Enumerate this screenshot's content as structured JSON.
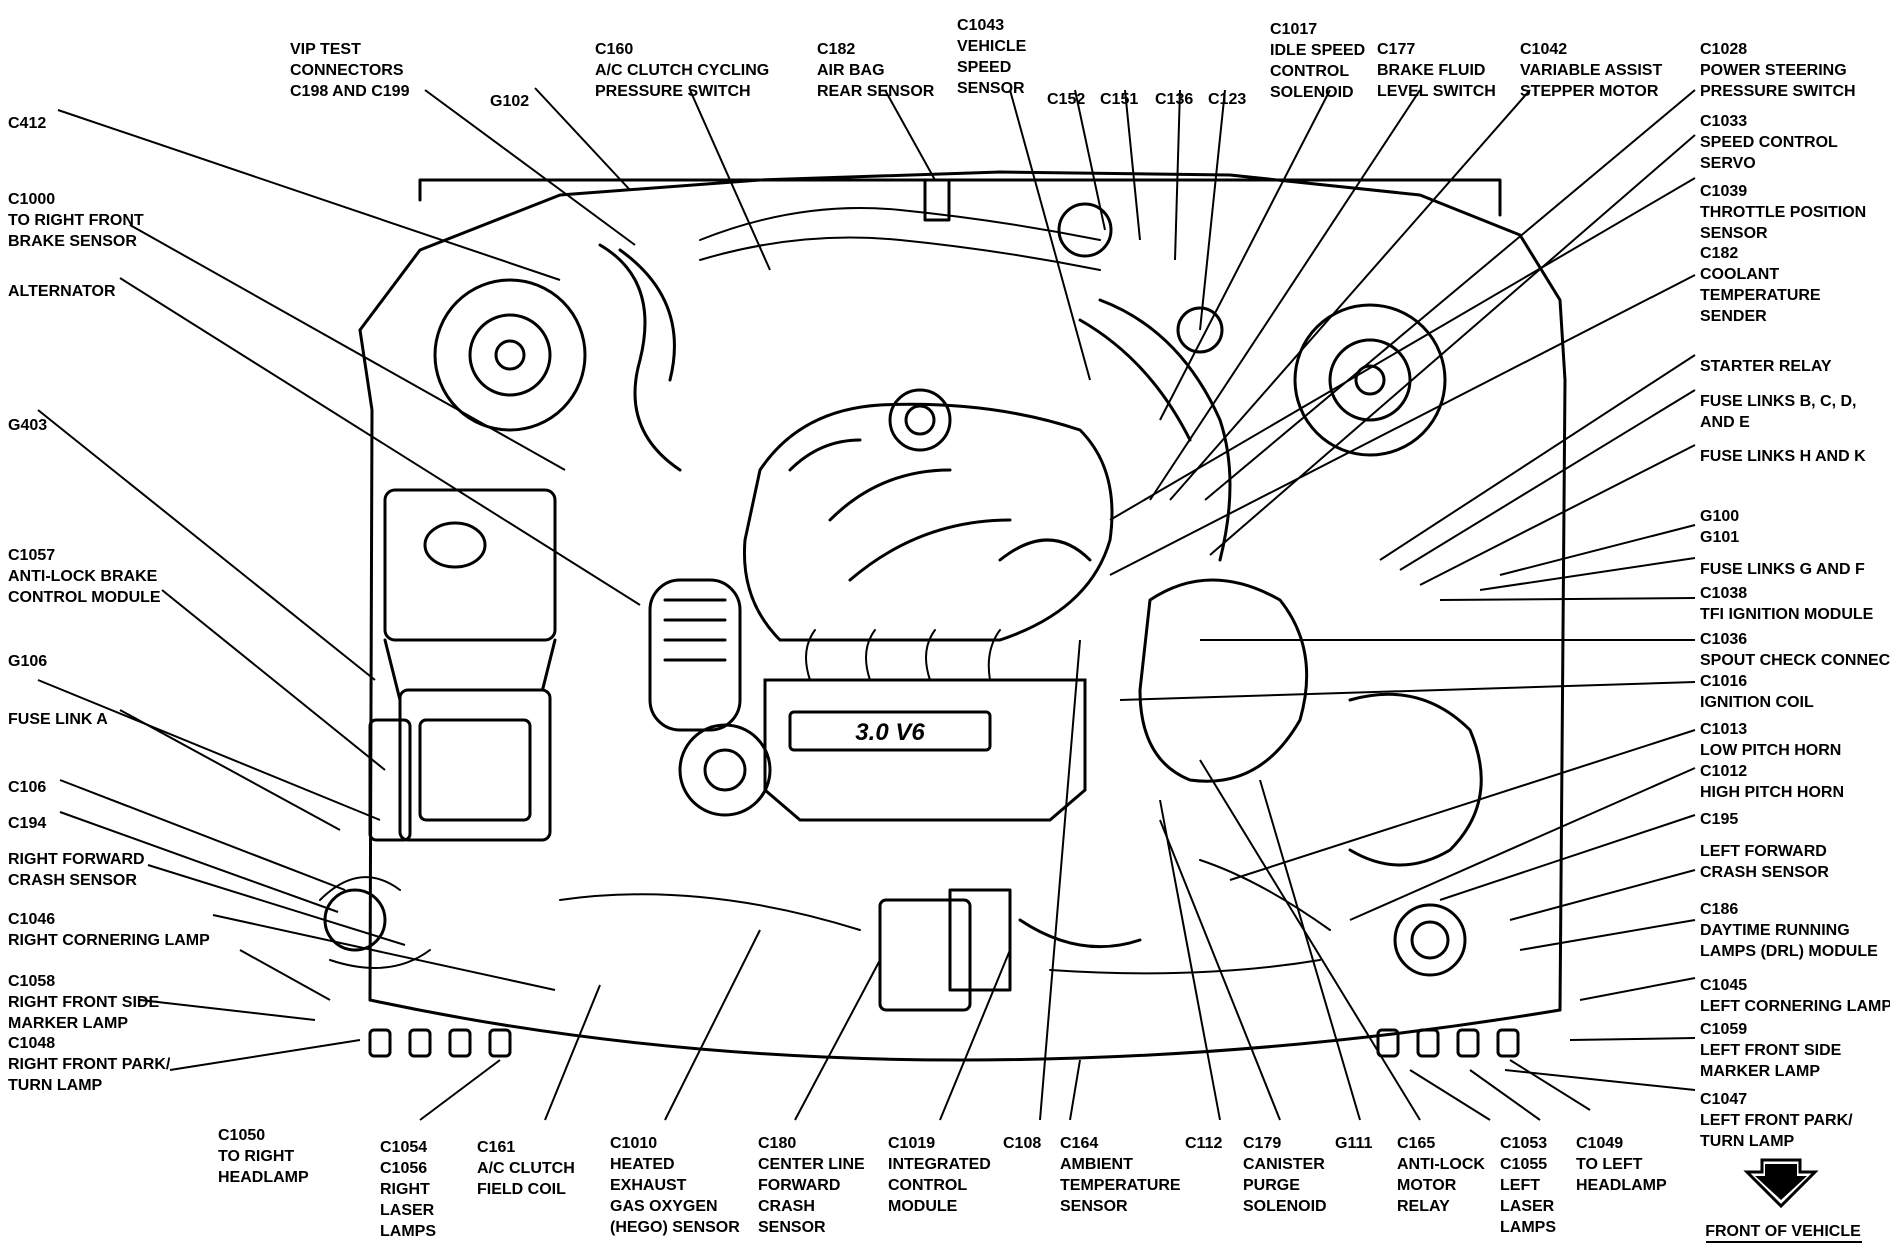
{
  "labels": [
    {
      "id": "vip",
      "lines": [
        "VIP TEST",
        "CONNECTORS",
        "C198 AND C199"
      ]
    },
    {
      "id": "g102",
      "lines": [
        "G102"
      ]
    },
    {
      "id": "c160",
      "lines": [
        "C160",
        "A/C CLUTCH CYCLING",
        "PRESSURE SWITCH"
      ]
    },
    {
      "id": "c182a",
      "lines": [
        "C182",
        "AIR BAG",
        "REAR SENSOR"
      ]
    },
    {
      "id": "c1043",
      "lines": [
        "C1043",
        "VEHICLE",
        "SPEED",
        "SENSOR"
      ]
    },
    {
      "id": "c152",
      "lines": [
        "C152"
      ]
    },
    {
      "id": "c151",
      "lines": [
        "C151"
      ]
    },
    {
      "id": "c136",
      "lines": [
        "C136"
      ]
    },
    {
      "id": "c123",
      "lines": [
        "C123"
      ]
    },
    {
      "id": "c1017",
      "lines": [
        "C1017",
        "IDLE SPEED",
        "CONTROL",
        "SOLENOID"
      ]
    },
    {
      "id": "c177",
      "lines": [
        "C177",
        "BRAKE FLUID",
        "LEVEL SWITCH"
      ]
    },
    {
      "id": "c1042",
      "lines": [
        "C1042",
        "VARIABLE ASSIST",
        "STEPPER MOTOR"
      ]
    },
    {
      "id": "c1028",
      "lines": [
        "C1028",
        "POWER STEERING",
        "PRESSURE SWITCH"
      ]
    },
    {
      "id": "c1033",
      "lines": [
        "C1033",
        "SPEED CONTROL",
        "SERVO"
      ]
    },
    {
      "id": "c1039",
      "lines": [
        "C1039",
        "THROTTLE POSITION",
        "SENSOR"
      ]
    },
    {
      "id": "c182b",
      "lines": [
        "C182",
        "COOLANT",
        "TEMPERATURE",
        "SENDER"
      ]
    },
    {
      "id": "starter",
      "lines": [
        "STARTER RELAY"
      ]
    },
    {
      "id": "fbcd",
      "lines": [
        "FUSE LINKS B, C, D,",
        "AND E"
      ]
    },
    {
      "id": "fhk",
      "lines": [
        "FUSE LINKS H AND K"
      ]
    },
    {
      "id": "g100",
      "lines": [
        "G100",
        "G101"
      ]
    },
    {
      "id": "fgf",
      "lines": [
        "FUSE LINKS G AND F"
      ]
    },
    {
      "id": "c1038",
      "lines": [
        "C1038",
        "TFI IGNITION MODULE"
      ]
    },
    {
      "id": "c1036",
      "lines": [
        "C1036",
        "SPOUT CHECK CONNECTOR"
      ]
    },
    {
      "id": "c1016",
      "lines": [
        "C1016",
        "IGNITION COIL"
      ]
    },
    {
      "id": "c1013",
      "lines": [
        "C1013",
        "LOW PITCH HORN"
      ]
    },
    {
      "id": "c1012",
      "lines": [
        "C1012",
        "HIGH PITCH HORN"
      ]
    },
    {
      "id": "c195",
      "lines": [
        "C195"
      ]
    },
    {
      "id": "lfcs",
      "lines": [
        "LEFT FORWARD",
        "CRASH SENSOR"
      ]
    },
    {
      "id": "c186",
      "lines": [
        "C186",
        "DAYTIME RUNNING",
        "LAMPS (DRL) MODULE"
      ]
    },
    {
      "id": "c1045",
      "lines": [
        "C1045",
        "LEFT CORNERING LAMP"
      ]
    },
    {
      "id": "c1059",
      "lines": [
        "C1059",
        "LEFT FRONT SIDE",
        "MARKER LAMP"
      ]
    },
    {
      "id": "c1047",
      "lines": [
        "C1047",
        "LEFT FRONT PARK/",
        "TURN LAMP"
      ]
    },
    {
      "id": "c412",
      "lines": [
        "C412"
      ]
    },
    {
      "id": "c1000",
      "lines": [
        "C1000",
        "TO RIGHT FRONT",
        "BRAKE SENSOR"
      ]
    },
    {
      "id": "alt",
      "lines": [
        "ALTERNATOR"
      ]
    },
    {
      "id": "g403",
      "lines": [
        "G403"
      ]
    },
    {
      "id": "c1057",
      "lines": [
        "C1057",
        "ANTI-LOCK BRAKE",
        "CONTROL MODULE"
      ]
    },
    {
      "id": "g106",
      "lines": [
        "G106"
      ]
    },
    {
      "id": "fla",
      "lines": [
        "FUSE LINK A"
      ]
    },
    {
      "id": "c106",
      "lines": [
        "C106"
      ]
    },
    {
      "id": "c194",
      "lines": [
        "C194"
      ]
    },
    {
      "id": "rfcs",
      "lines": [
        "RIGHT FORWARD",
        "CRASH SENSOR"
      ]
    },
    {
      "id": "c1046",
      "lines": [
        "C1046",
        "RIGHT CORNERING LAMP"
      ]
    },
    {
      "id": "c1058",
      "lines": [
        "C1058",
        "RIGHT FRONT SIDE",
        "MARKER LAMP"
      ]
    },
    {
      "id": "c1048",
      "lines": [
        "C1048",
        "RIGHT FRONT PARK/",
        "TURN LAMP"
      ]
    },
    {
      "id": "c1050",
      "lines": [
        "C1050",
        "TO RIGHT",
        "HEADLAMP"
      ]
    },
    {
      "id": "c1054",
      "lines": [
        "C1054",
        "C1056",
        "RIGHT",
        "LASER",
        "LAMPS"
      ]
    },
    {
      "id": "c161",
      "lines": [
        "C161",
        "A/C CLUTCH",
        "FIELD COIL"
      ]
    },
    {
      "id": "c1010",
      "lines": [
        "C1010",
        "HEATED",
        "EXHAUST",
        "GAS OXYGEN",
        "(HEGO) SENSOR"
      ]
    },
    {
      "id": "c180",
      "lines": [
        "C180",
        "CENTER LINE",
        "FORWARD",
        "CRASH",
        "SENSOR"
      ]
    },
    {
      "id": "c1019",
      "lines": [
        "C1019",
        "INTEGRATED",
        "CONTROL",
        "MODULE"
      ]
    },
    {
      "id": "c108",
      "lines": [
        "C108"
      ]
    },
    {
      "id": "c164",
      "lines": [
        "C164",
        "AMBIENT",
        "TEMPERATURE",
        "SENSOR"
      ]
    },
    {
      "id": "c112",
      "lines": [
        "C112"
      ]
    },
    {
      "id": "c179",
      "lines": [
        "C179",
        "CANISTER",
        "PURGE",
        "SOLENOID"
      ]
    },
    {
      "id": "g111",
      "lines": [
        "G111"
      ]
    },
    {
      "id": "c165",
      "lines": [
        "C165",
        "ANTI-LOCK",
        "MOTOR",
        "RELAY"
      ]
    },
    {
      "id": "c1053",
      "lines": [
        "C1053",
        "C1055",
        "LEFT",
        "LASER",
        "LAMPS"
      ]
    },
    {
      "id": "c1049",
      "lines": [
        "C1049",
        "TO LEFT",
        "HEADLAMP"
      ]
    }
  ],
  "engine_badge": "3.0 V6",
  "front_label": "FRONT OF VEHICLE"
}
